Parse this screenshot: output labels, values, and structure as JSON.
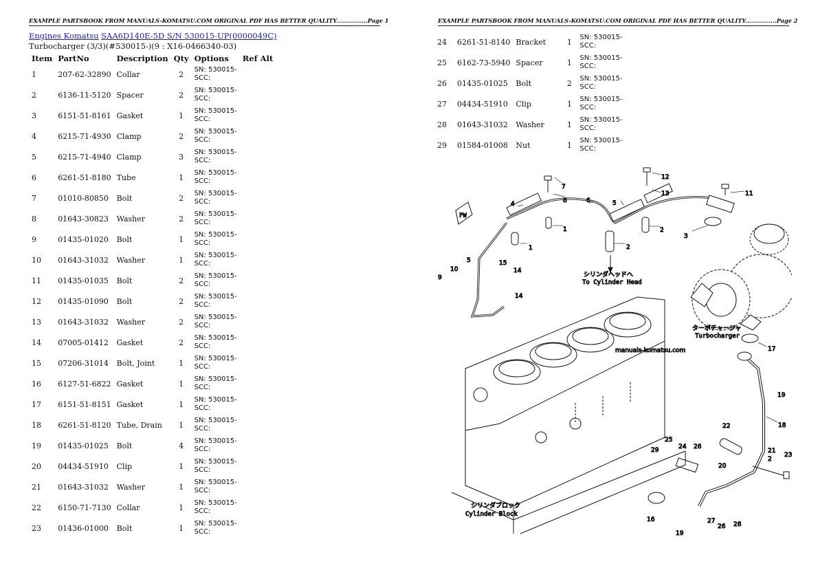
{
  "page1": {
    "header": "EXAMPLE PARTSBOOK FROM MANUALS-KOMATSU.COM ORIGINAL PDF HAS BETTER QUALITY................Page 1",
    "breadcrumb": {
      "link1": "Engines Komatsu",
      "link2": "SAA6D140E-5D S/N 530015-UP(0000049C)"
    },
    "subtitle": "Turbocharger (3/3)(#530015-)(9 : X16-0466340-03)",
    "columns": [
      "Item",
      "PartNo",
      "Description",
      "Qty",
      "Options",
      "Ref Alt"
    ],
    "rows": [
      {
        "item": "1",
        "part": "207-62-32890",
        "desc": "Collar",
        "qty": "2",
        "opt1": "SN: 530015-",
        "opt2": "SCC:"
      },
      {
        "item": "2",
        "part": "6136-11-5120",
        "desc": "Spacer",
        "qty": "2",
        "opt1": "SN: 530015-",
        "opt2": "SCC:"
      },
      {
        "item": "3",
        "part": "6151-51-8161",
        "desc": "Gasket",
        "qty": "1",
        "opt1": "SN: 530015-",
        "opt2": "SCC:"
      },
      {
        "item": "4",
        "part": "6215-71-4930",
        "desc": "Clamp",
        "qty": "2",
        "opt1": "SN: 530015-",
        "opt2": "SCC:"
      },
      {
        "item": "5",
        "part": "6215-71-4940",
        "desc": "Clamp",
        "qty": "3",
        "opt1": "SN: 530015-",
        "opt2": "SCC:"
      },
      {
        "item": "6",
        "part": "6261-51-8180",
        "desc": "Tube",
        "qty": "1",
        "opt1": "SN: 530015-",
        "opt2": "SCC:"
      },
      {
        "item": "7",
        "part": "01010-80850",
        "desc": "Bolt",
        "qty": "2",
        "opt1": "SN: 530015-",
        "opt2": "SCC:"
      },
      {
        "item": "8",
        "part": "01643-30823",
        "desc": "Washer",
        "qty": "2",
        "opt1": "SN: 530015-",
        "opt2": "SCC:"
      },
      {
        "item": "9",
        "part": "01435-01020",
        "desc": "Bolt",
        "qty": "1",
        "opt1": "SN: 530015-",
        "opt2": "SCC:"
      },
      {
        "item": "10",
        "part": "01643-31032",
        "desc": "Washer",
        "qty": "1",
        "opt1": "SN: 530015-",
        "opt2": "SCC:"
      },
      {
        "item": "11",
        "part": "01435-01035",
        "desc": "Bolt",
        "qty": "2",
        "opt1": "SN: 530015-",
        "opt2": "SCC:"
      },
      {
        "item": "12",
        "part": "01435-01090",
        "desc": "Bolt",
        "qty": "2",
        "opt1": "SN: 530015-",
        "opt2": "SCC:"
      },
      {
        "item": "13",
        "part": "01643-31032",
        "desc": "Washer",
        "qty": "2",
        "opt1": "SN: 530015-",
        "opt2": "SCC:"
      },
      {
        "item": "14",
        "part": "07005-01412",
        "desc": "Gasket",
        "qty": "2",
        "opt1": "SN: 530015-",
        "opt2": "SCC:"
      },
      {
        "item": "15",
        "part": "07206-31014",
        "desc": "Bolt, Joint",
        "qty": "1",
        "opt1": "SN: 530015-",
        "opt2": "SCC:"
      },
      {
        "item": "16",
        "part": "6127-51-6822",
        "desc": "Gasket",
        "qty": "1",
        "opt1": "SN: 530015-",
        "opt2": "SCC:"
      },
      {
        "item": "17",
        "part": "6151-51-8151",
        "desc": "Gasket",
        "qty": "1",
        "opt1": "SN: 530015-",
        "opt2": "SCC:"
      },
      {
        "item": "18",
        "part": "6261-51-8120",
        "desc": "Tube, Drain",
        "qty": "1",
        "opt1": "SN: 530015-",
        "opt2": "SCC:"
      },
      {
        "item": "19",
        "part": "01435-01025",
        "desc": "Bolt",
        "qty": "4",
        "opt1": "SN: 530015-",
        "opt2": "SCC:"
      },
      {
        "item": "20",
        "part": "04434-51910",
        "desc": "Clip",
        "qty": "1",
        "opt1": "SN: 530015-",
        "opt2": "SCC:"
      },
      {
        "item": "21",
        "part": "01643-31032",
        "desc": "Washer",
        "qty": "1",
        "opt1": "SN: 530015-",
        "opt2": "SCC:"
      },
      {
        "item": "22",
        "part": "6150-71-7130",
        "desc": "Collar",
        "qty": "1",
        "opt1": "SN: 530015-",
        "opt2": "SCC:"
      },
      {
        "item": "23",
        "part": "01436-01000",
        "desc": "Bolt",
        "qty": "1",
        "opt1": "SN: 530015-",
        "opt2": "SCC:"
      }
    ]
  },
  "page2": {
    "header": "EXAMPLE PARTSBOOK FROM MANUALS-KOMATSU.COM ORIGINAL PDF HAS BETTER QUALITY................Page 2",
    "rows": [
      {
        "item": "24",
        "part": "6261-51-8140",
        "desc": "Bracket",
        "qty": "1",
        "opt1": "SN: 530015-",
        "opt2": "SCC:"
      },
      {
        "item": "25",
        "part": "6162-73-5940",
        "desc": "Spacer",
        "qty": "1",
        "opt1": "SN: 530015-",
        "opt2": "SCC:"
      },
      {
        "item": "26",
        "part": "01435-01025",
        "desc": "Bolt",
        "qty": "2",
        "opt1": "SN: 530015-",
        "opt2": "SCC:"
      },
      {
        "item": "27",
        "part": "04434-51910",
        "desc": "Clip",
        "qty": "1",
        "opt1": "SN: 530015-",
        "opt2": "SCC:"
      },
      {
        "item": "28",
        "part": "01643-31032",
        "desc": "Washer",
        "qty": "1",
        "opt1": "SN: 530015-",
        "opt2": "SCC:"
      },
      {
        "item": "29",
        "part": "01584-01008",
        "desc": "Nut",
        "qty": "1",
        "opt1": "SN: 530015-",
        "opt2": "SCC:"
      }
    ],
    "diagram": {
      "labels": {
        "cyl_head_jp": "シリンダヘッドへ",
        "cyl_head_en": "To Cylinder Head",
        "turbo_jp": "ターボチャージャ",
        "turbo_en": "Turbocharger",
        "block_jp": "シリンダブロック",
        "block_en": "Cylinder Block",
        "watermark": "manuals-komatsu.com",
        "fw": "FW"
      },
      "callouts": [
        "1",
        "1",
        "2",
        "2",
        "2",
        "3",
        "4",
        "5",
        "5",
        "6",
        "7",
        "8",
        "9",
        "10",
        "11",
        "12",
        "13",
        "14",
        "14",
        "15",
        "16",
        "17",
        "18",
        "19",
        "19",
        "20",
        "21",
        "22",
        "23",
        "24",
        "25",
        "26",
        "26",
        "27",
        "28",
        "29"
      ]
    }
  }
}
